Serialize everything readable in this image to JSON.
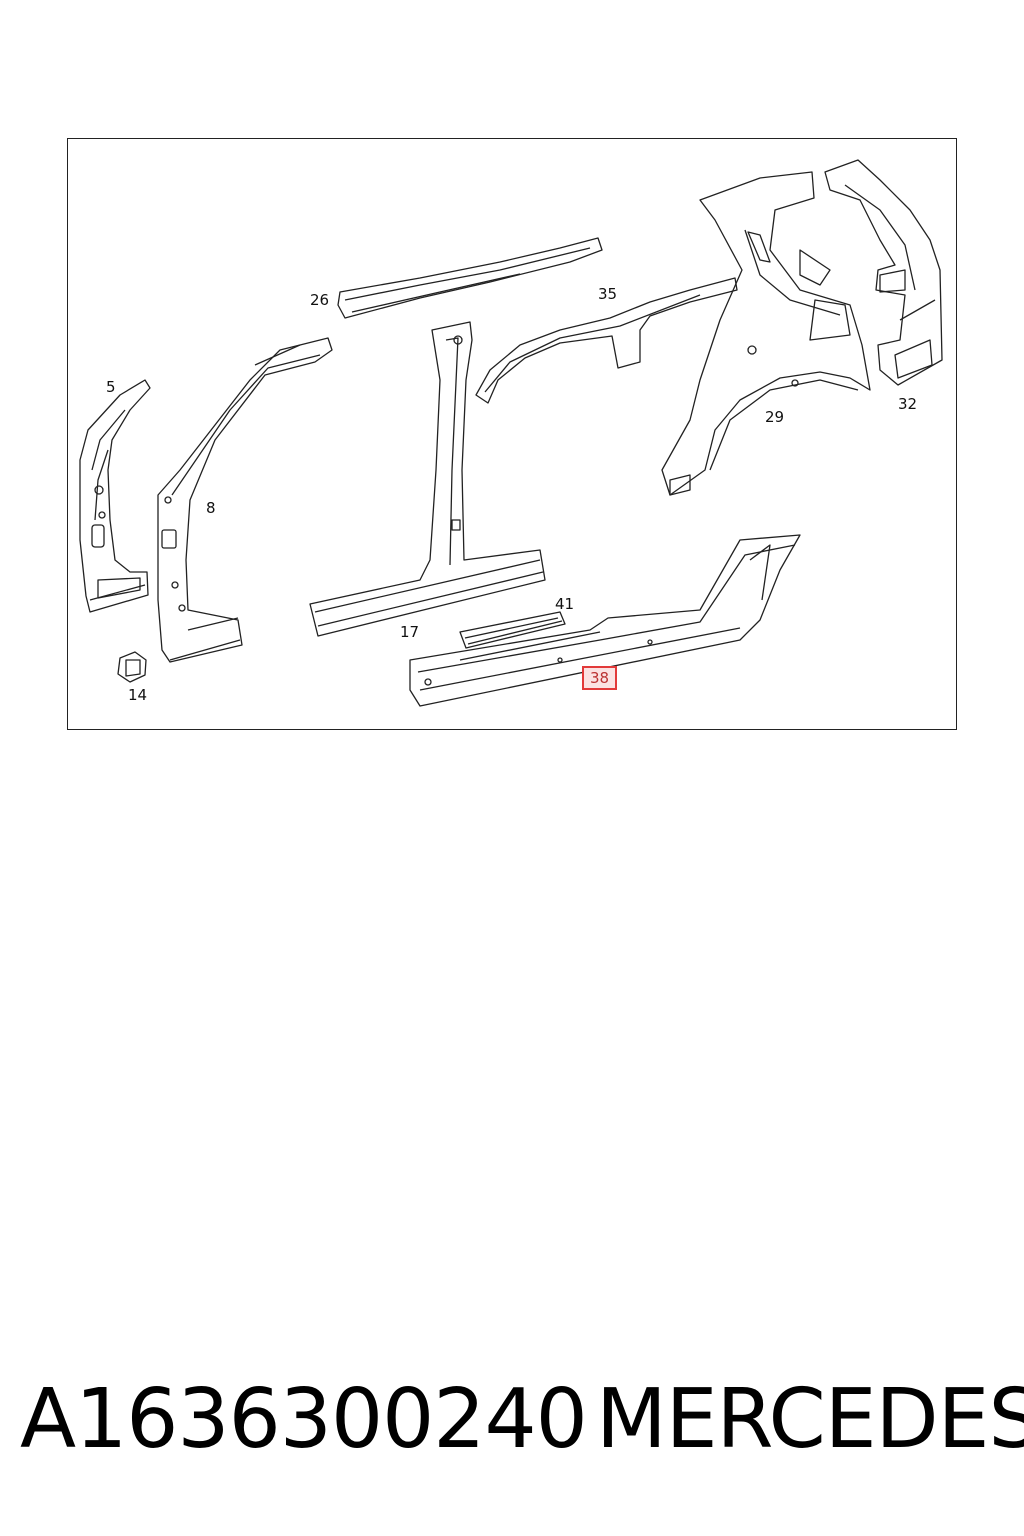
{
  "diagram": {
    "callouts": {
      "c5": "5",
      "c8": "8",
      "c14": "14",
      "c17": "17",
      "c26": "26",
      "c29": "29",
      "c32": "32",
      "c35": "35",
      "c38": "38",
      "c41": "41"
    },
    "highlight_color": "#e23a3a"
  },
  "footer": {
    "part_number": "A1636300240",
    "brand": "MERCEDES"
  }
}
